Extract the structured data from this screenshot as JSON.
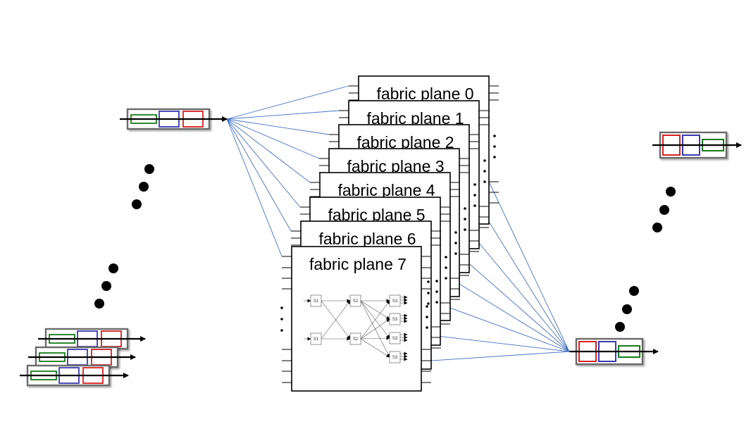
{
  "planes": [
    {
      "label": "fabric plane 0"
    },
    {
      "label": "fabric plane 1"
    },
    {
      "label": "fabric plane 2"
    },
    {
      "label": "fabric plane 3"
    },
    {
      "label": "fabric plane 4"
    },
    {
      "label": "fabric plane 5"
    },
    {
      "label": "fabric plane 6"
    },
    {
      "label": "fabric plane 7"
    }
  ],
  "switch_stages": [
    "S1",
    "S2",
    "S3"
  ],
  "colors": {
    "red": "#d92020",
    "blue": "#3a3ab0",
    "green": "#1a7a1a",
    "link": "#4472c4",
    "frame": "#6b6b6b"
  }
}
